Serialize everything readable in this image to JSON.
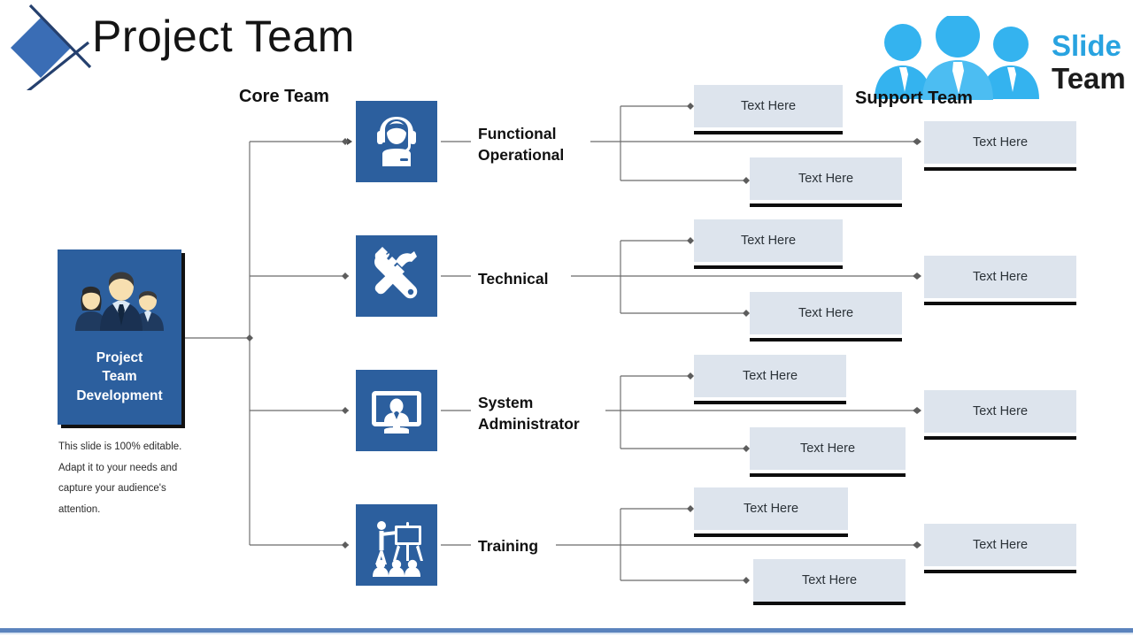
{
  "page": {
    "title": "Project Team",
    "background": "#ffffff"
  },
  "colors": {
    "tile_blue": "#2c5f9e",
    "box_fill": "#dde4ed",
    "box_underline": "#0d0d0d",
    "brand_cyan": "#29a3e0",
    "brand_dark": "#1c1c1c",
    "wire": "#6b6b6b",
    "footer_blue": "#5b83bd"
  },
  "logo": {
    "mark_name": "diamond-cross-logo",
    "diamond_color": "#3a6db5",
    "line_color": "#25406e"
  },
  "brand": {
    "line1": "Slide",
    "line2": "Team",
    "icon_name": "three-people-group-icon"
  },
  "headings": {
    "core": "Core Team",
    "support": "Support Team"
  },
  "root": {
    "label": "Project\nTeam\nDevelopment",
    "label_lines": [
      "Project",
      "Team",
      "Development"
    ],
    "icon_name": "team-group-photo-icon",
    "description": "This slide is 100% editable. Adapt it to your needs and capture your audience's attention."
  },
  "core_team": [
    {
      "label_lines": [
        "Functional",
        "Operational"
      ],
      "icon_name": "headset-support-agent-icon",
      "branches": [
        "Text Here",
        "Text Here"
      ],
      "support": "Text Here"
    },
    {
      "label_lines": [
        "Technical"
      ],
      "icon_name": "wrench-hammer-tools-icon",
      "branches": [
        "Text Here",
        "Text Here"
      ],
      "support": "Text Here"
    },
    {
      "label_lines": [
        "System",
        "Administrator"
      ],
      "icon_name": "monitor-person-admin-icon",
      "branches": [
        "Text Here",
        "Text Here"
      ],
      "support": "Text Here"
    },
    {
      "label_lines": [
        "Training"
      ],
      "icon_name": "presenter-whiteboard-audience-icon",
      "branches": [
        "Text Here",
        "Text Here"
      ],
      "support": "Text Here"
    }
  ]
}
